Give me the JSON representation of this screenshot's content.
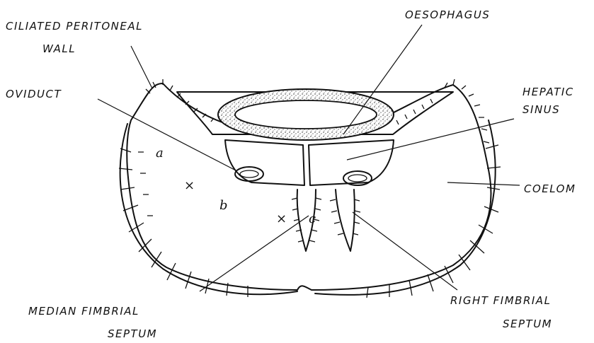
{
  "labels": {
    "ciliated_line1": "CILIATED PERITONEAL",
    "ciliated_line2": "WALL",
    "oesophagus": "OESOPHAGUS",
    "oviduct": "OVIDUCT",
    "hepatic_line1": "HEPATIC",
    "hepatic_line2": "SINUS",
    "coelom": "COELOM",
    "median_line1": "MEDIAN FIMBRIAL",
    "median_line2": "SEPTUM",
    "right_line1": "RIGHT FIMBRIAL",
    "right_line2": "SEPTUM"
  },
  "markers": {
    "a": "a",
    "b": "b",
    "c": "c",
    "x1": "×",
    "x2": "×"
  }
}
